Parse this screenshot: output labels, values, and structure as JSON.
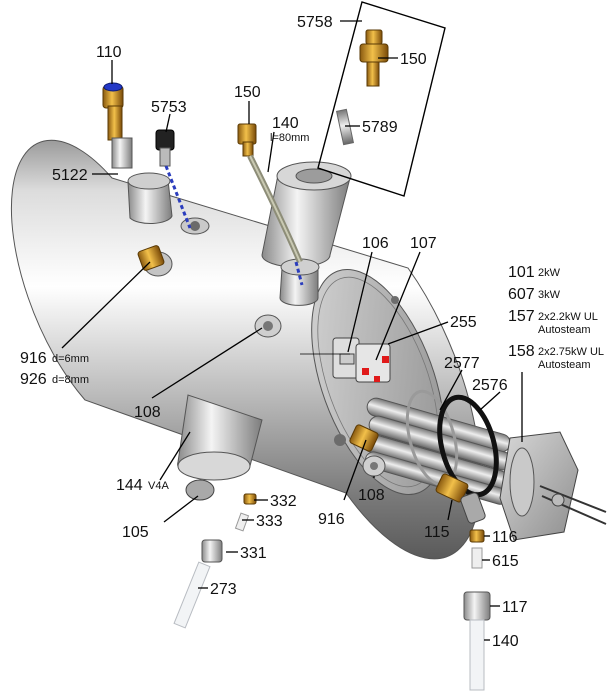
{
  "callouts": [
    {
      "id": "c5758",
      "text": "5758"
    },
    {
      "id": "c150a",
      "text": "150"
    },
    {
      "id": "c110",
      "text": "110"
    },
    {
      "id": "c5753",
      "text": "5753"
    },
    {
      "id": "c150b",
      "text": "150"
    },
    {
      "id": "c140a",
      "text": "140"
    },
    {
      "id": "c140a_sub",
      "text": "l=80mm"
    },
    {
      "id": "c5789",
      "text": "5789"
    },
    {
      "id": "c5122",
      "text": "5122"
    },
    {
      "id": "c106",
      "text": "106"
    },
    {
      "id": "c107",
      "text": "107"
    },
    {
      "id": "c255",
      "text": "255"
    },
    {
      "id": "c2577",
      "text": "2577"
    },
    {
      "id": "c2576",
      "text": "2576"
    },
    {
      "id": "c101",
      "text": "101"
    },
    {
      "id": "c101_sub",
      "text": "2kW"
    },
    {
      "id": "c607",
      "text": "607"
    },
    {
      "id": "c607_sub",
      "text": "3kW"
    },
    {
      "id": "c157",
      "text": "157"
    },
    {
      "id": "c157_sub",
      "text": "2x2.2kW UL"
    },
    {
      "id": "c157_sub2",
      "text": "Autosteam"
    },
    {
      "id": "c158",
      "text": "158"
    },
    {
      "id": "c158_sub",
      "text": "2x2.75kW UL"
    },
    {
      "id": "c158_sub2",
      "text": "Autosteam"
    },
    {
      "id": "c916a",
      "text": "916"
    },
    {
      "id": "c916a_sub",
      "text": "d=6mm"
    },
    {
      "id": "c926",
      "text": "926"
    },
    {
      "id": "c926_sub",
      "text": "d=8mm"
    },
    {
      "id": "c108a",
      "text": "108"
    },
    {
      "id": "c144",
      "text": "144"
    },
    {
      "id": "c144_sub",
      "text": "V4A"
    },
    {
      "id": "c105",
      "text": "105"
    },
    {
      "id": "c332",
      "text": "332"
    },
    {
      "id": "c333",
      "text": "333"
    },
    {
      "id": "c331",
      "text": "331"
    },
    {
      "id": "c273",
      "text": "273"
    },
    {
      "id": "c916b",
      "text": "916"
    },
    {
      "id": "c108b",
      "text": "108"
    },
    {
      "id": "c115",
      "text": "115"
    },
    {
      "id": "c116",
      "text": "116"
    },
    {
      "id": "c615",
      "text": "615"
    },
    {
      "id": "c117",
      "text": "117"
    },
    {
      "id": "c140b",
      "text": "140"
    }
  ]
}
